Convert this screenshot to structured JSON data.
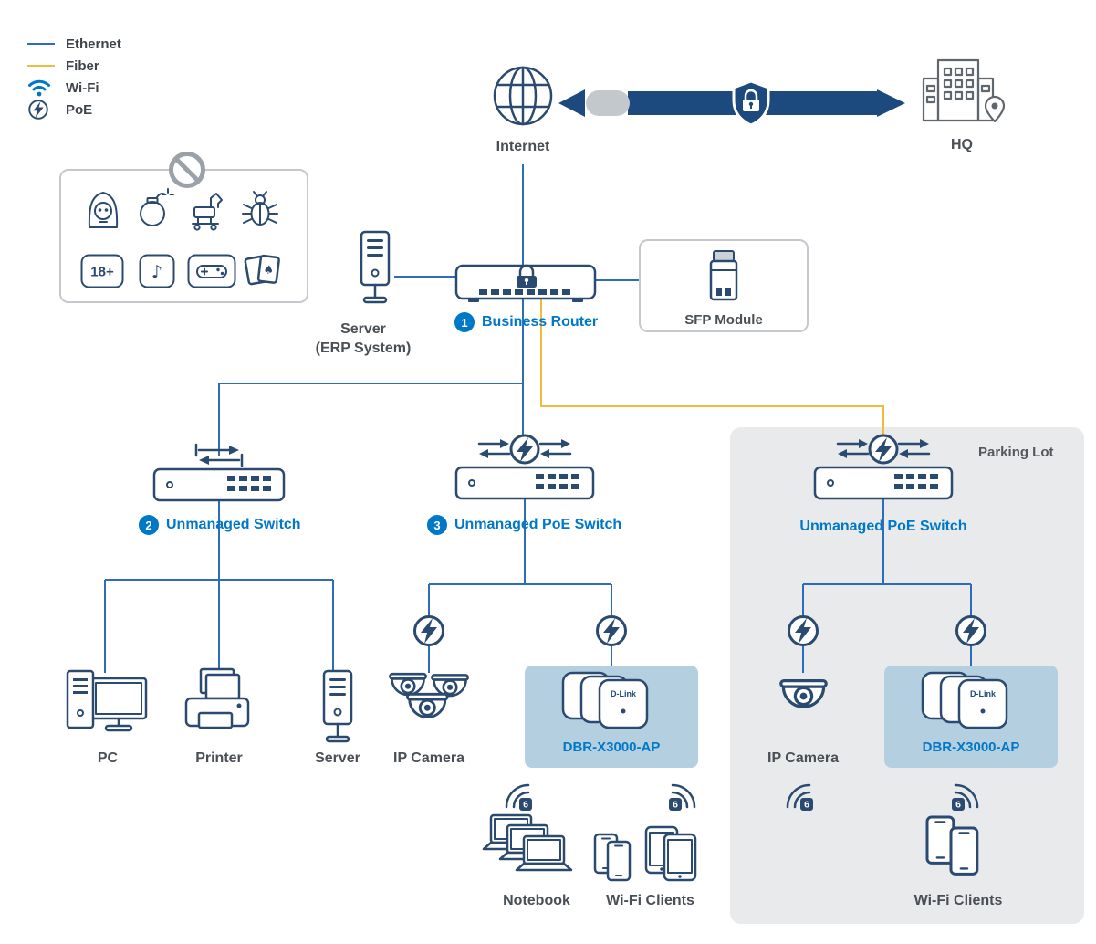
{
  "colors": {
    "navy": "#2b4a70",
    "accent_blue": "#0078c8",
    "ethernet_line": "#2e6cb5",
    "fiber_line": "#f2bb40",
    "tunnel": "#1d4a7e",
    "parking_bg": "#e9eaeb",
    "ap_highlight_bg": "#b4cfe0"
  },
  "legend": {
    "items": [
      {
        "id": "ethernet",
        "label": "Ethernet"
      },
      {
        "id": "fiber",
        "label": "Fiber"
      },
      {
        "id": "wifi",
        "label": "Wi-Fi"
      },
      {
        "id": "poe",
        "label": "PoE"
      }
    ]
  },
  "wan": {
    "internet_label": "Internet",
    "hq_label": "HQ"
  },
  "restricted_content": {
    "icons": [
      "hacker-icon",
      "bomb-icon",
      "trojan-horse-icon",
      "bug-icon",
      "adult-18-plus-icon",
      "music-app-icon",
      "game-controller-icon",
      "playing-cards-icon",
      "prohibited-icon"
    ],
    "badge_18": "18+",
    "note_glyph": "♪",
    "spade_glyph": "♠"
  },
  "core": {
    "server": {
      "label": "Server",
      "sublabel": "(ERP System)"
    },
    "router": {
      "badge": "1",
      "label": "Business Router"
    },
    "sfp": {
      "label": "SFP Module"
    }
  },
  "lan": {
    "switch": {
      "badge": "2",
      "label": "Unmanaged Switch"
    },
    "poe_switch": {
      "badge": "3",
      "label": "Unmanaged PoE Switch"
    },
    "pc_label": "PC",
    "printer_label": "Printer",
    "server_label": "Server",
    "ip_camera_label": "IP Camera",
    "ap": {
      "label": "DBR-X3000-AP",
      "brand": "D-Link"
    },
    "notebook_label": "Notebook",
    "wifi_clients_label": "Wi-Fi Clients",
    "wifi6_badge": "6"
  },
  "parking": {
    "area_label": "Parking Lot",
    "poe_switch_label": "Unmanaged PoE Switch",
    "ip_camera_label": "IP Camera",
    "ap_label": "DBR-X3000-AP",
    "wifi_clients_label": "Wi-Fi Clients"
  }
}
